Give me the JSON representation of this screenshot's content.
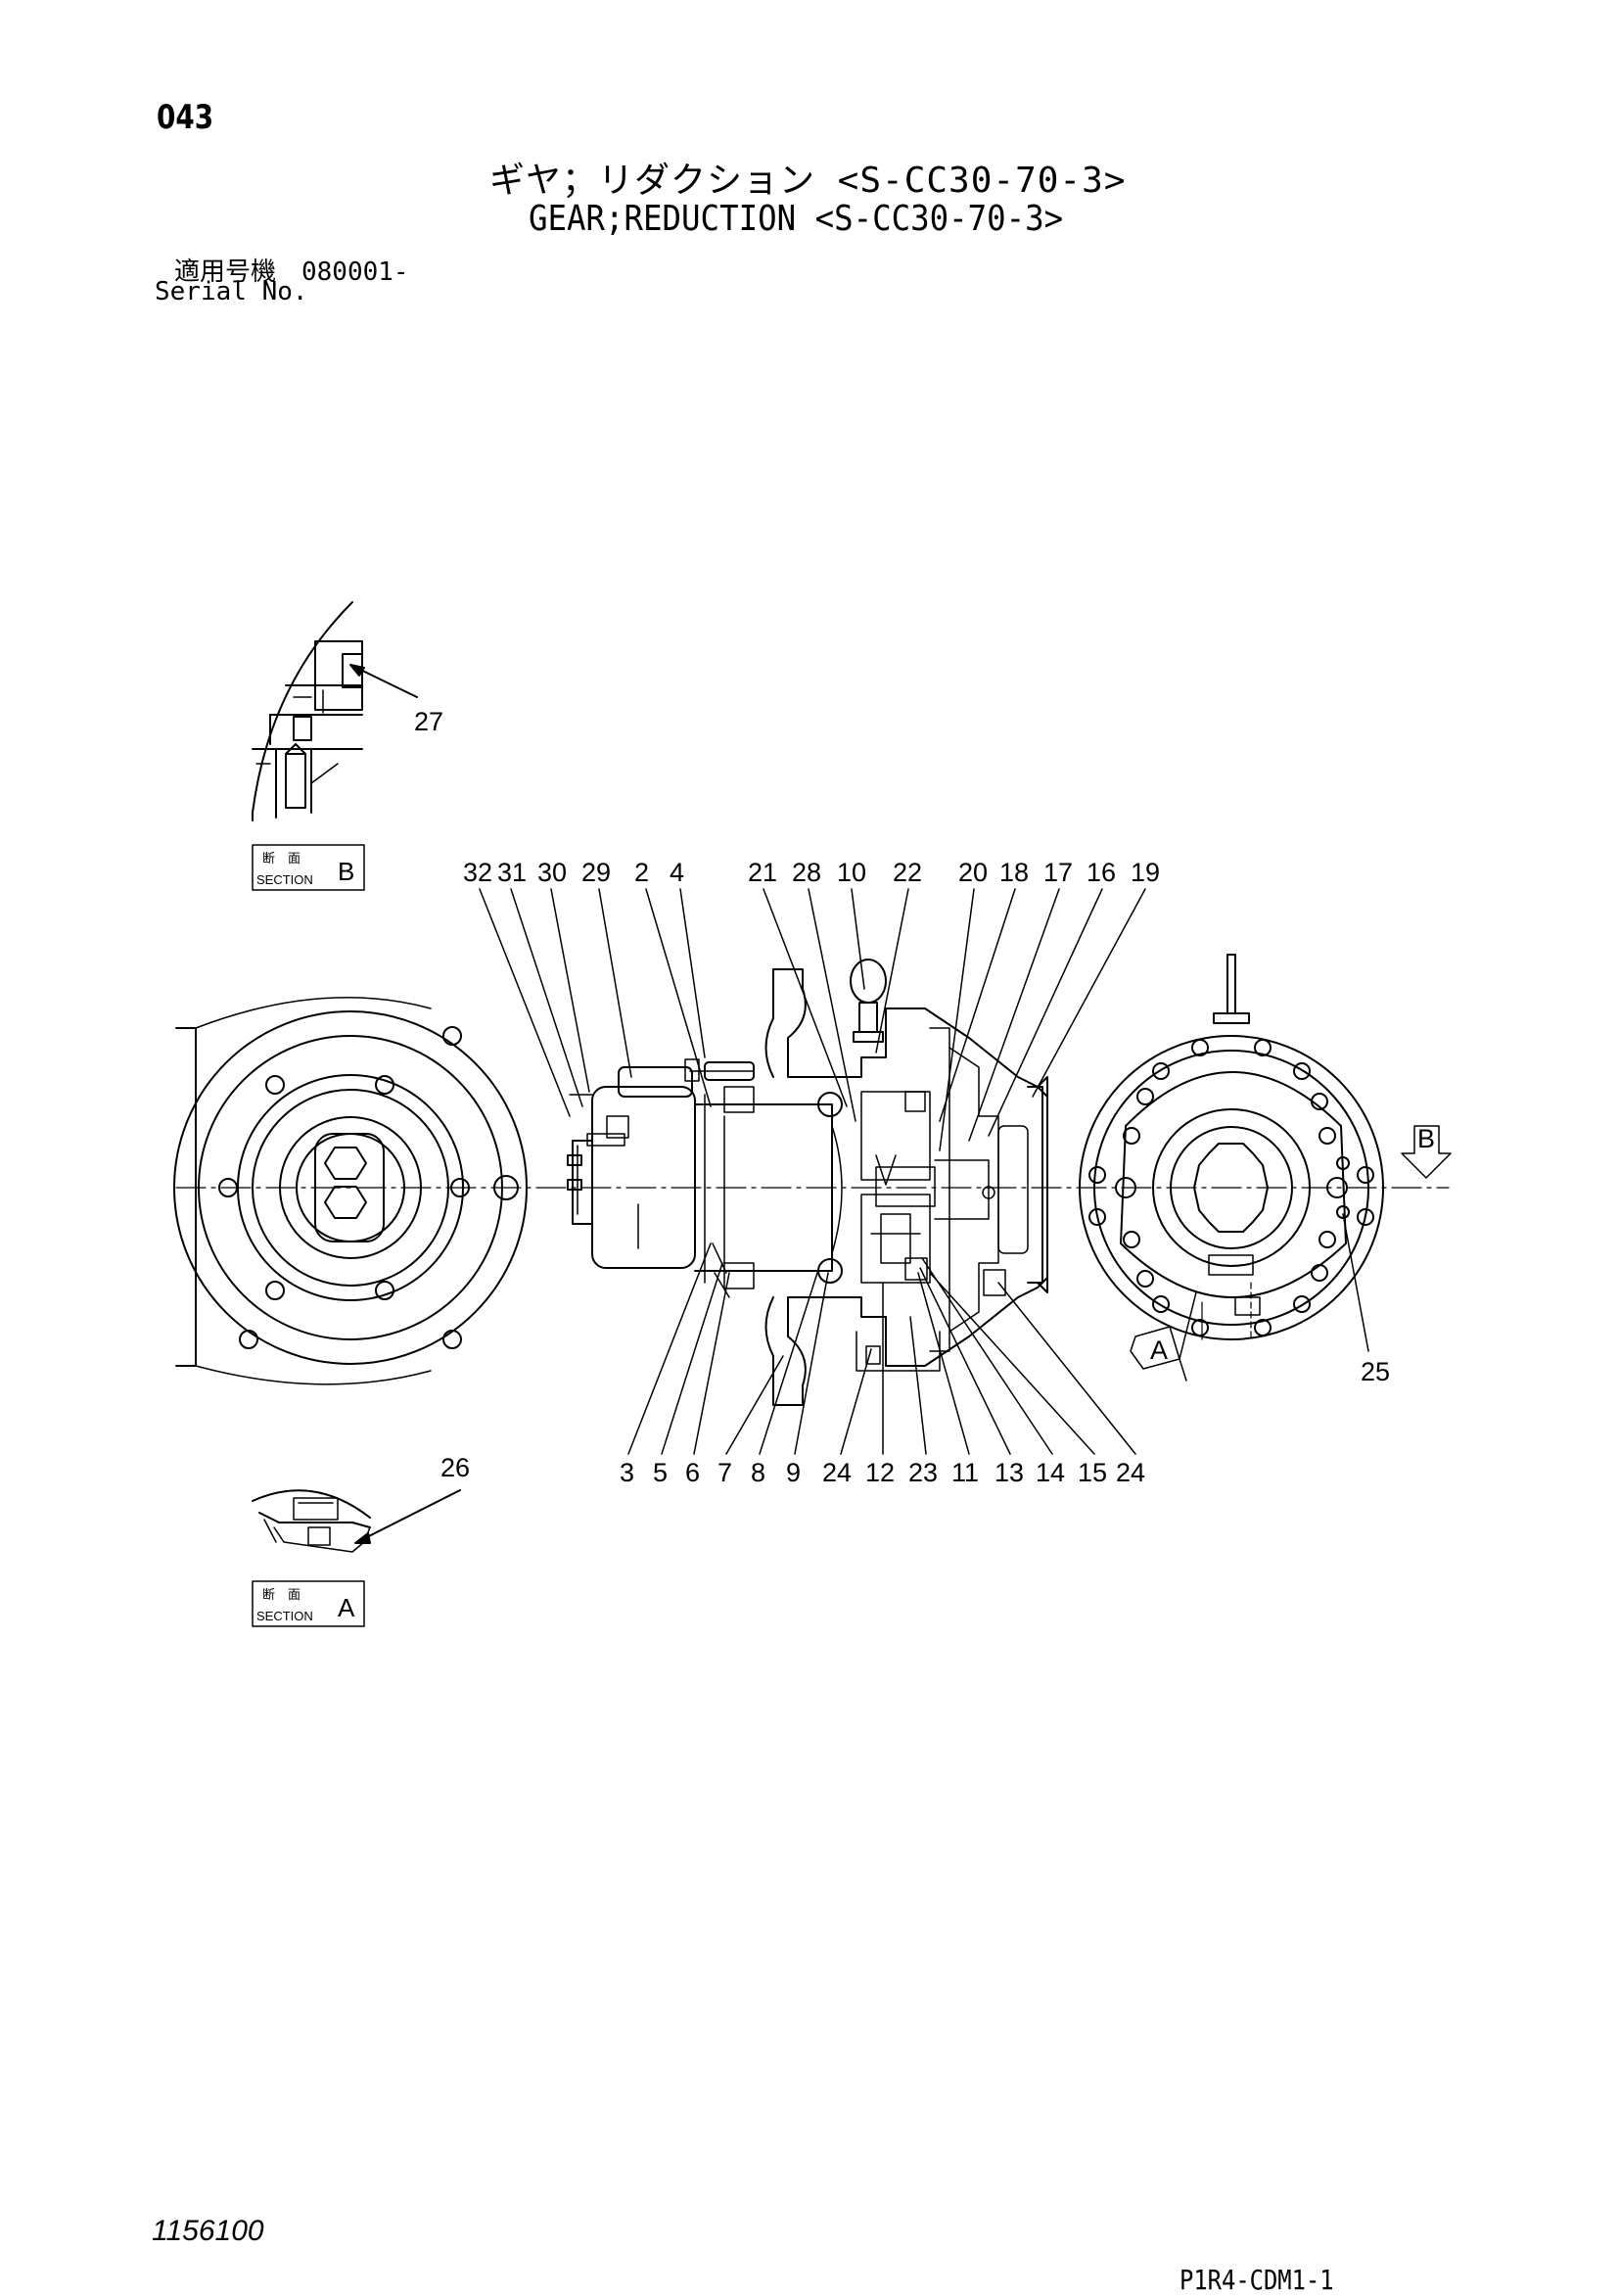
{
  "header": {
    "page_number": "043",
    "title_jp": "ギヤ；リダクション <S-CC30-70-3>",
    "title_en": "GEAR;REDUCTION <S-CC30-70-3>",
    "serial_jp": "適用号機　080001-",
    "serial_en": "Serial No."
  },
  "sections": {
    "b": {
      "label_jp": "断　面",
      "label_en": "SECTION",
      "letter": "B"
    },
    "a": {
      "label_jp": "断　面",
      "label_en": "SECTION",
      "letter": "A"
    }
  },
  "callouts": {
    "p27": "27",
    "p26": "26",
    "p25": "25",
    "top": [
      "32",
      "31",
      "30",
      "29",
      "2",
      "4",
      "21",
      "28",
      "10",
      "22",
      "20",
      "18",
      "17",
      "16",
      "19"
    ],
    "bottom": [
      "3",
      "5",
      "6",
      "7",
      "8",
      "9",
      "24",
      "12",
      "23",
      "11",
      "13",
      "14",
      "15",
      "24"
    ]
  },
  "view_markers": {
    "a": "A",
    "b": "B"
  },
  "footer": {
    "drawing_no": "1156100",
    "ref_code": "P1R4-CDM1-1"
  }
}
